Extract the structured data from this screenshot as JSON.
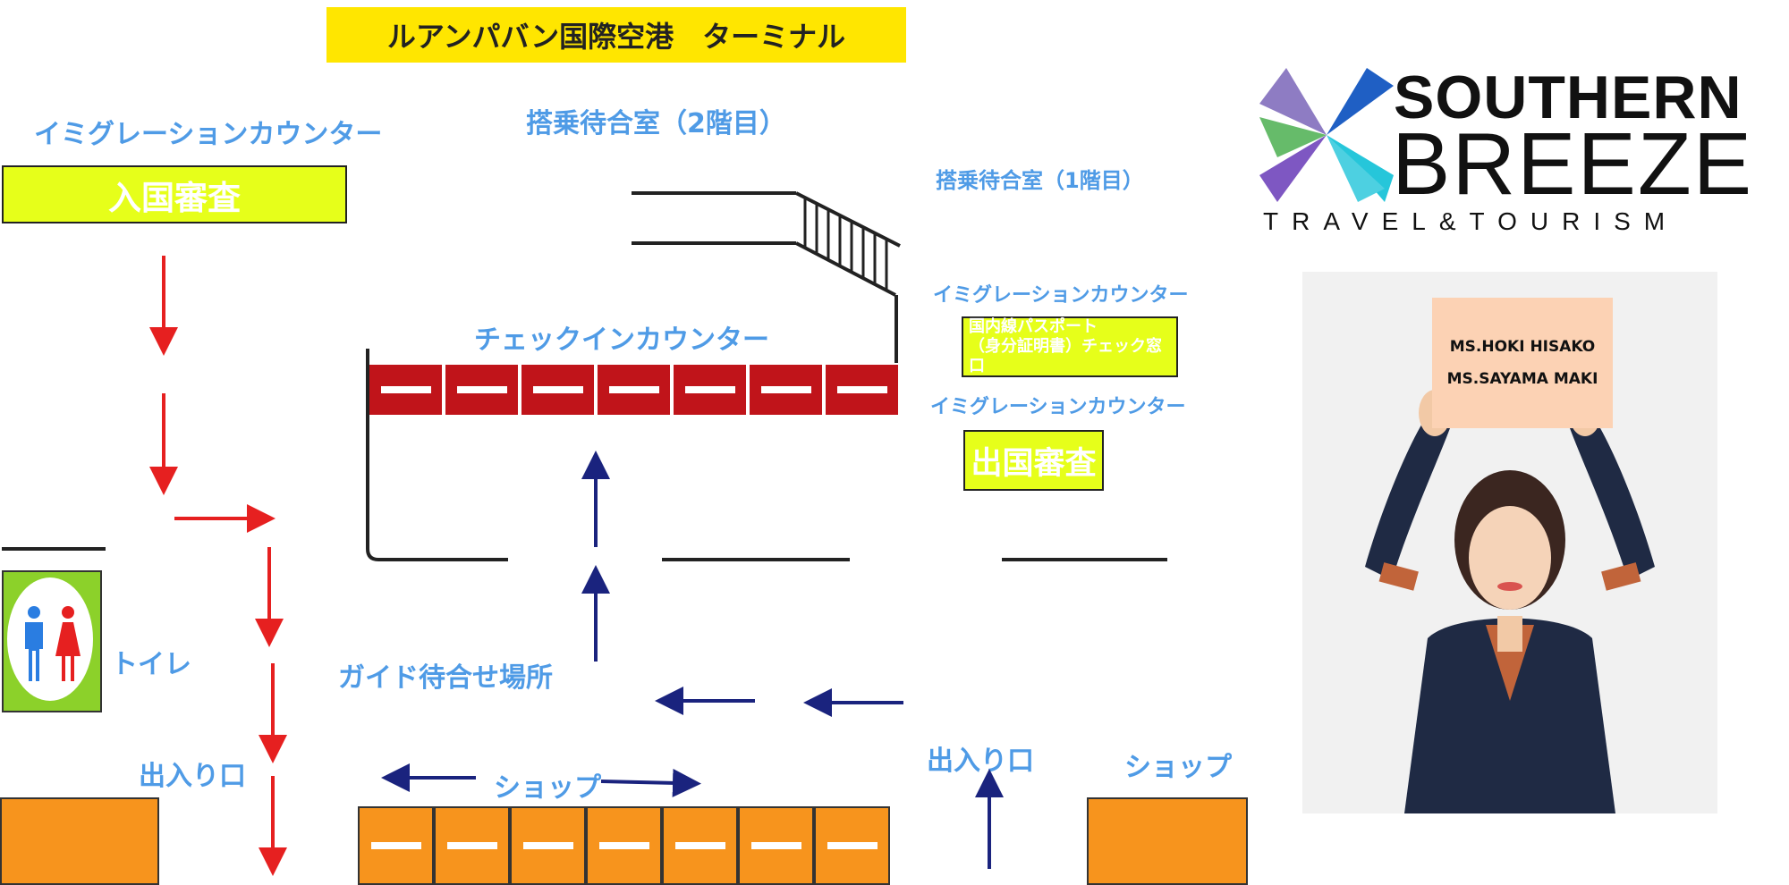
{
  "title": "ルアンパバン国際空港　ターミナル",
  "labels": {
    "immigration_counter_top": "イミグレーションカウンター",
    "immigration_in": "入国審査",
    "boarding_2f": "搭乗待合室（2階目）",
    "boarding_1f": "搭乗待合室（1階目）",
    "checkin_counter": "チェックインカウンター",
    "immigration_counter_right_1": "イミグレーションカウンター",
    "domestic_line_1": "国内線パスポート",
    "domestic_line_2": "（身分証明書）チェック窓口",
    "immigration_counter_right_2": "イミグレーションカウンター",
    "departure_immigration": "出国審査",
    "toilet": "トイレ",
    "guide_meeting": "ガイド待合せ場所",
    "entrance_left": "出入り口",
    "entrance_right": "出入り口",
    "shop_center": "ショップ",
    "shop_right": "ショップ"
  },
  "logo": {
    "line1": "SOUTHERN",
    "line2": "BREEZE",
    "tagline": "TRAVEL&TOURISM",
    "icon": "pinwheel-icon"
  },
  "sign": {
    "line1": "MS.HOKI HISAKO",
    "line2": "MS.SAYAMA MAKI"
  },
  "colors": {
    "label_blue": "#4f9be6",
    "red_arrow": "#e62020",
    "navy_arrow": "#1a237e",
    "counter_red": "#c0141a",
    "shop_orange": "#f7941d",
    "highlight_yellow": "#e6ff1a",
    "title_yellow": "#ffe600"
  }
}
